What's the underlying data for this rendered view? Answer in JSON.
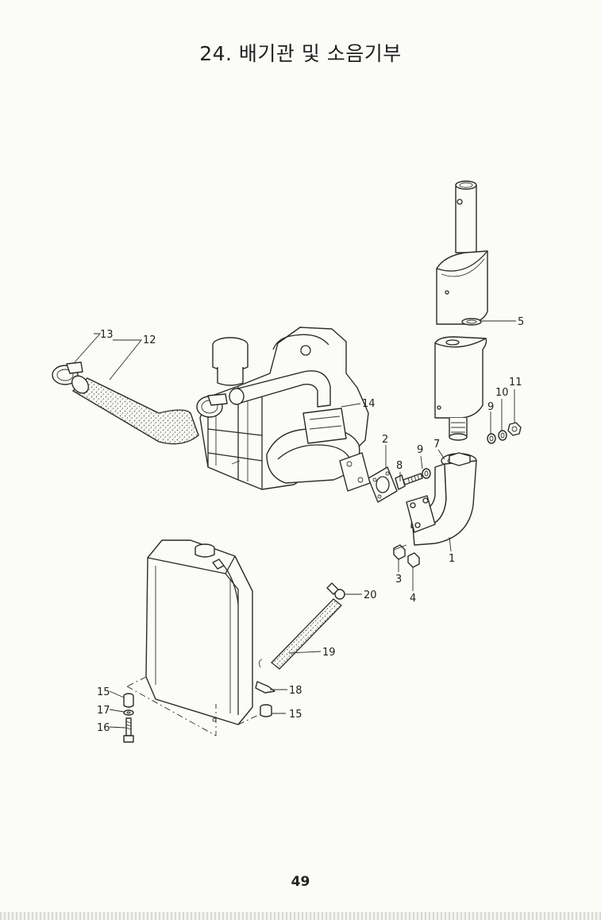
{
  "title": "24. 배기관 및 소음기부",
  "page_number": "49",
  "callouts": [
    {
      "id": "c1",
      "label": "1"
    },
    {
      "id": "c2",
      "label": "2"
    },
    {
      "id": "c3",
      "label": "3"
    },
    {
      "id": "c4",
      "label": "4"
    },
    {
      "id": "c5",
      "label": "5"
    },
    {
      "id": "c7",
      "label": "7"
    },
    {
      "id": "c8",
      "label": "8"
    },
    {
      "id": "c9a",
      "label": "9"
    },
    {
      "id": "c9b",
      "label": "9"
    },
    {
      "id": "c10",
      "label": "10"
    },
    {
      "id": "c11",
      "label": "11"
    },
    {
      "id": "c12",
      "label": "12"
    },
    {
      "id": "c13",
      "label": "13"
    },
    {
      "id": "c14",
      "label": "14"
    },
    {
      "id": "c15a",
      "label": "15"
    },
    {
      "id": "c15b",
      "label": "15"
    },
    {
      "id": "c16",
      "label": "16"
    },
    {
      "id": "c17",
      "label": "17"
    },
    {
      "id": "c18",
      "label": "18"
    },
    {
      "id": "c19",
      "label": "19"
    },
    {
      "id": "c20",
      "label": "20"
    }
  ]
}
